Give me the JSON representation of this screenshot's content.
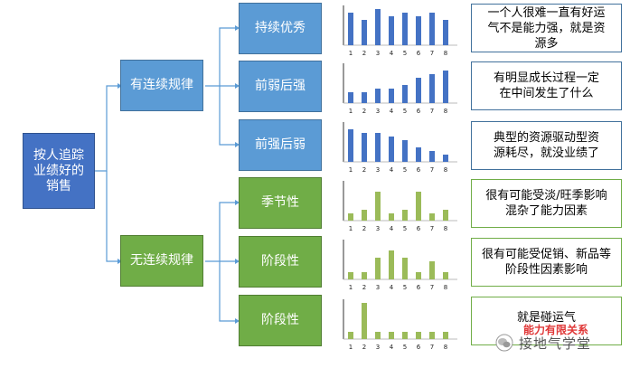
{
  "root": "按人追踪业绩好的销售",
  "groups": [
    {
      "label": "有连续规律",
      "color": "#5b9bd5"
    },
    {
      "label": "无连续规律",
      "color": "#70ad47"
    }
  ],
  "patterns": [
    {
      "label": "持续优秀",
      "note": "一个人很难一直有好运气不是能力强，就是资源多",
      "color": "#4472c4",
      "values": [
        9,
        7,
        10,
        8,
        9,
        8,
        9,
        7
      ]
    },
    {
      "label": "前弱后强",
      "note": "有明显成长过程一定在中间发生了什么",
      "color": "#4472c4",
      "values": [
        3,
        3,
        4,
        4,
        5,
        7,
        8,
        9
      ]
    },
    {
      "label": "前强后弱",
      "note": "典型的资源驱动型资源耗尽，就没业绩了",
      "color": "#4472c4",
      "values": [
        9,
        8,
        8,
        7,
        6,
        4,
        3,
        2
      ]
    },
    {
      "label": "季节性",
      "note": "很有可能受淡/旺季影响混杂了能力因素",
      "color": "#9bbb59",
      "values": [
        2,
        3,
        8,
        2,
        3,
        8,
        2,
        3
      ]
    },
    {
      "label": "阶段性",
      "note": "很有可能受促销、新品等阶段性因素影响",
      "color": "#9bbb59",
      "values": [
        2,
        2,
        6,
        8,
        6,
        2,
        5,
        2
      ]
    },
    {
      "label": "阶段性",
      "note": "就是碰运气",
      "color": "#9bbb59",
      "values": [
        2,
        10,
        2,
        2,
        2,
        2,
        2,
        2
      ]
    }
  ],
  "x_ticks": [
    "1",
    "2",
    "3",
    "4",
    "5",
    "6",
    "7",
    "8"
  ],
  "watermark": "接地气学堂",
  "watermark_overlay": "能力有限关系"
}
